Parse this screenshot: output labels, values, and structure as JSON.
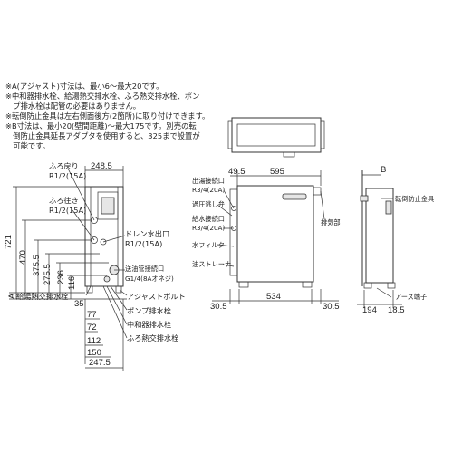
{
  "notes": [
    "※A(アジャスト)寸法は、最小6～最大20です。",
    "※中和器排水栓、給湯熱交排水栓、ふろ熱交排水栓、ポン",
    "　プ排水栓は配管の必要はありません。",
    "※転倒防止金具は左右側面後方(2箇所)に取り付けできます。",
    "※B寸法は、最小20(壁間距離)～最大175です。別売の転",
    "　倒防止金具延長アダプタを使用すると、325まで設置が",
    "　可能です。"
  ],
  "left_view": {
    "dims": {
      "width_top": "248.5",
      "height": "721",
      "d470": "470",
      "d3755": "375.5",
      "d2755": "275.5",
      "d236": "236",
      "d116": "116",
      "a": "A",
      "d35": "35",
      "d77": "77",
      "d72": "72",
      "d112": "112",
      "d150": "150",
      "d2475": "247.5"
    },
    "labels": {
      "furo_modori": "ふろ戻り",
      "furo_modori_size": "R1/2(15A)",
      "furo_yuki": "ふろ往き",
      "furo_yuki_size": "R1/2(15A)",
      "drain_outlet": "ドレン水出口",
      "drain_outlet_size": "R1/2(15A)",
      "oil_pipe": "送油管接続口",
      "oil_pipe_size": "G1/4(8Aオネジ)",
      "adjust_bolt": "アジャストボルト",
      "pump_drain": "ポンプ排水栓",
      "neutralizer_drain": "中和器排水栓",
      "furo_hx_drain": "ふろ熱交排水栓",
      "hot_hx_drain": "給湯熱交排水栓"
    }
  },
  "front_view": {
    "dims": {
      "d495": "49.5",
      "d595": "595",
      "d305a": "30.5",
      "d534": "534",
      "d305b": "30.5"
    },
    "labels": {
      "hot_outlet": "出湯接続口",
      "hot_outlet_size": "R3/4(20A)",
      "overheat_valve": "過圧逃し弁",
      "water_inlet": "給水接続口",
      "water_inlet_size": "R3/4(20A)",
      "exhaust": "排気部",
      "water_filter": "水フィルタ",
      "oil_strainer": "油ストレーナ"
    }
  },
  "right_view": {
    "dims": {
      "b": "B",
      "d194": "194",
      "d185": "18.5"
    },
    "labels": {
      "tip_bracket": "転倒防止金具",
      "earth_terminal": "アース端子"
    }
  }
}
